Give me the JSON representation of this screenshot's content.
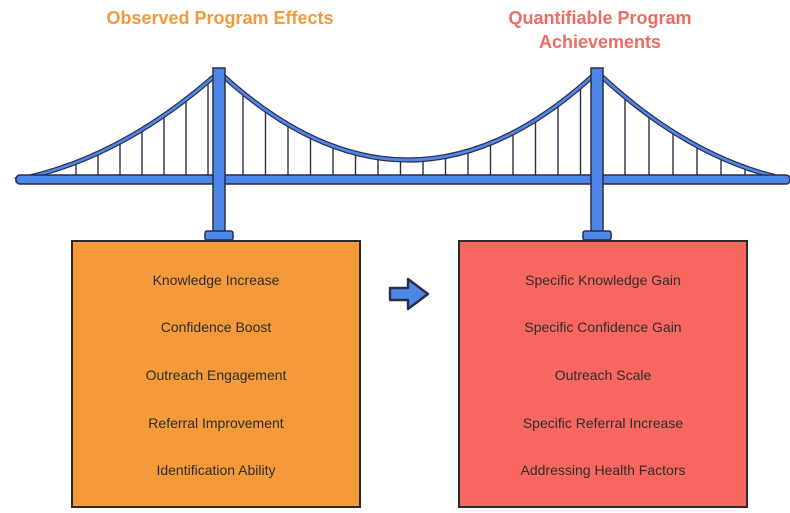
{
  "left": {
    "title": "Observed Program Effects",
    "items": [
      "Knowledge Increase",
      "Confidence Boost",
      "Outreach Engagement",
      "Referral Improvement",
      "Identification Ability"
    ]
  },
  "right": {
    "title_line1": "Quantifiable Program",
    "title_line2": "Achievements",
    "items": [
      "Specific Knowledge Gain",
      "Specific Confidence Gain",
      "Outreach Scale",
      "Specific Referral Increase",
      "Addressing Health Factors"
    ]
  },
  "colors": {
    "left_panel": "#f49a3a",
    "right_panel": "#f7675f",
    "left_title": "#f4993a",
    "right_title": "#ef6b64",
    "bridge": "#4f86ea",
    "bridge_outline": "#2a2f45"
  },
  "icons": {
    "connector": "arrow-right-icon",
    "bridge": "suspension-bridge-icon"
  }
}
